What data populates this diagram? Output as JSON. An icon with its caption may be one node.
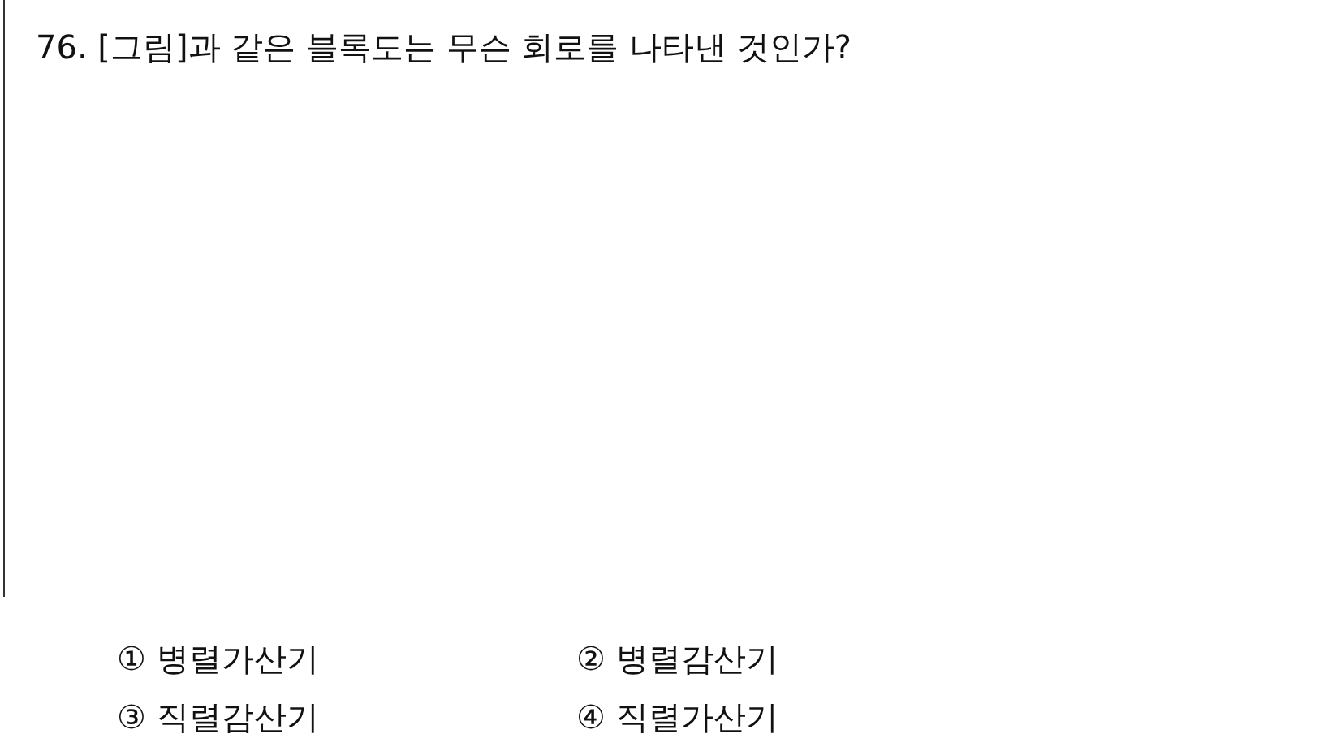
{
  "diagram": {
    "title": "76. [그림]과 같은 블록도는 무슨 회로를 나타낸 것인가?",
    "labels": [
      "① 병렬가산기",
      "② 병렬감산기",
      "③ 직렬감산기",
      "④ 직렬가산기"
    ]
  }
}
